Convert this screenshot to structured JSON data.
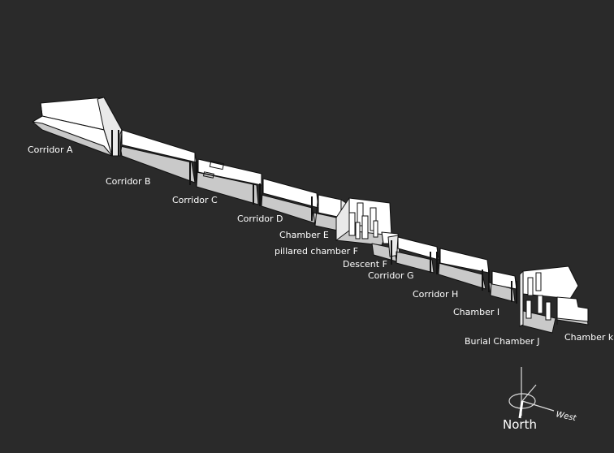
{
  "labels": {
    "corridor_a": "Corridor A",
    "corridor_b": "Corridor B",
    "corridor_c": "Corridor C",
    "corridor_d": "Corridor D",
    "chamber_e": "Chamber E",
    "pillared_chamber_f": "pillared chamber F",
    "descent_f": "Descent F",
    "corridor_g": "Corridor G",
    "corridor_h": "Corridor H",
    "chamber_i": "Chamber I",
    "burial_chamber_j": "Burial Chamber J",
    "chamber_k": "Chamber k"
  },
  "compass": {
    "north": "North",
    "west": "West"
  },
  "colors": {
    "background": "#2a2a2a",
    "wall": "#ffffff",
    "floor": "#c9c9c9",
    "outline": "#111111",
    "text": "#ffffff"
  }
}
